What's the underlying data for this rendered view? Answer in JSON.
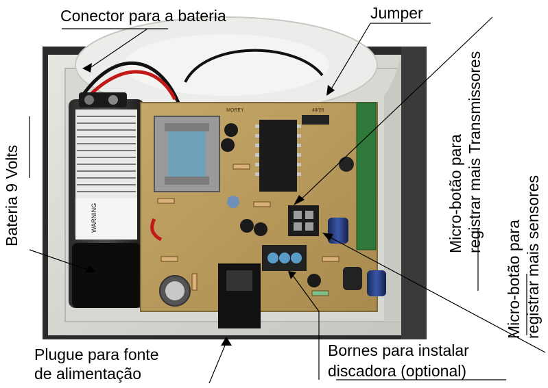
{
  "labels": {
    "battery_connector": "Conector para a bateria",
    "jumper": "Jumper",
    "battery": "Bateria 9 Volts",
    "micro_button_transmitters_line1": "Micro-botão para",
    "micro_button_transmitters_line2": "registrar mais Transmissores",
    "micro_button_sensors_line1": "Micro-botão para",
    "micro_button_sensors_line2": "registrar mais sensores",
    "power_plug_line1": "Plugue para fonte",
    "power_plug_line2": "de alimentação",
    "terminals_line1": "Bornes para instalar",
    "terminals_line2": "discadora (optional)"
  },
  "photo": {
    "battery_label_text": "WARNING",
    "board_marking_left": "MOREY",
    "board_marking_right": "48/08"
  }
}
